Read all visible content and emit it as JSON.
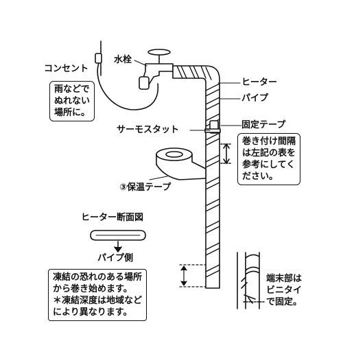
{
  "labels": {
    "outlet": "コンセント",
    "faucet": "水栓",
    "heater": "ヒーター",
    "pipe": "パイプ",
    "thermostat": "サーモスタット",
    "fixing_tape": "固定テープ",
    "insulation_tape": "③保温テープ",
    "cross_section_title": "ヒーター断面図",
    "pipe_side": "パイプ側"
  },
  "notes": {
    "outlet_note": [
      "雨などで",
      "ぬれない",
      "場所に。"
    ],
    "winding_note": [
      "巻き付け間隔",
      "は左記の表を",
      "参考にしてく",
      "ださい。"
    ],
    "freeze_note": [
      "凍結の恐れのある場所",
      "から巻き始めます。",
      "＊凍結深度は地域など",
      "により異なります。"
    ],
    "end_note": [
      "端末部は",
      "ビニタイ",
      "で固定。"
    ]
  }
}
